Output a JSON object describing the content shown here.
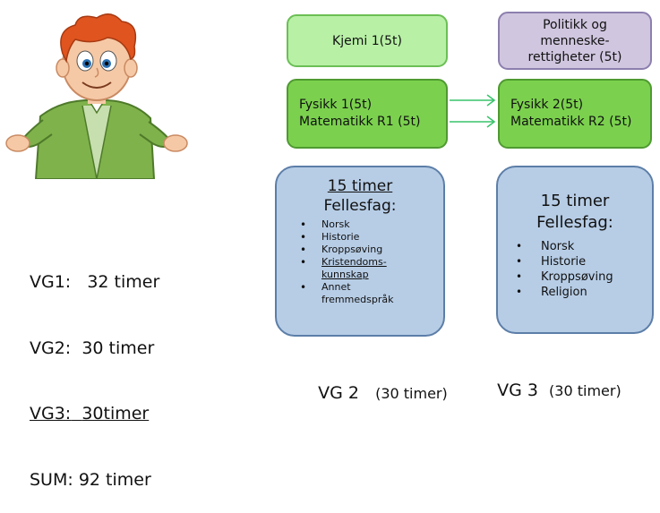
{
  "vg2": {
    "kjemi": "Kjemi 1(5t)",
    "fysikk": "Fysikk  1(5t)",
    "matematikk": "Matematikk R1 (5t)",
    "timer": "15 timer",
    "fellesfag": "Fellesfag:",
    "subjects": [
      "Norsk",
      "Historie",
      "Kroppsøving",
      "Kristendoms-\nkunnskap",
      "Annet\nfremmedspråk"
    ],
    "label_main": "VG 2",
    "label_hours": "(30 timer)"
  },
  "vg3": {
    "politikk": "Politikk og\nmenneske-\nrettigheter (5t)",
    "fysikk": "Fysikk  2(5t)",
    "matematikk": "Matematikk R2 (5t)",
    "timer": "15 timer",
    "fellesfag": "Fellesfag:",
    "subjects": [
      "Norsk",
      "Historie",
      "Kroppsøving",
      "Religion"
    ],
    "label_main": "VG 3",
    "label_hours": "(30 timer)"
  },
  "summary": {
    "vg1_label": "VG1:",
    "vg1_value": "32 timer",
    "vg2_label": "VG2:",
    "vg2_value": "30 timer",
    "vg3_label": "VG3:",
    "vg3_value": "30timer",
    "sum_label": "SUM:",
    "sum_value": "92 timer"
  },
  "colors": {
    "green_light": "#b8f0a6",
    "green_dark": "#7bd14e",
    "purple": "#d0c6df",
    "blue": "#b7cde6",
    "arrow": "#39c36b"
  },
  "icons": {
    "character": "cartoon-boy-shrugging"
  }
}
